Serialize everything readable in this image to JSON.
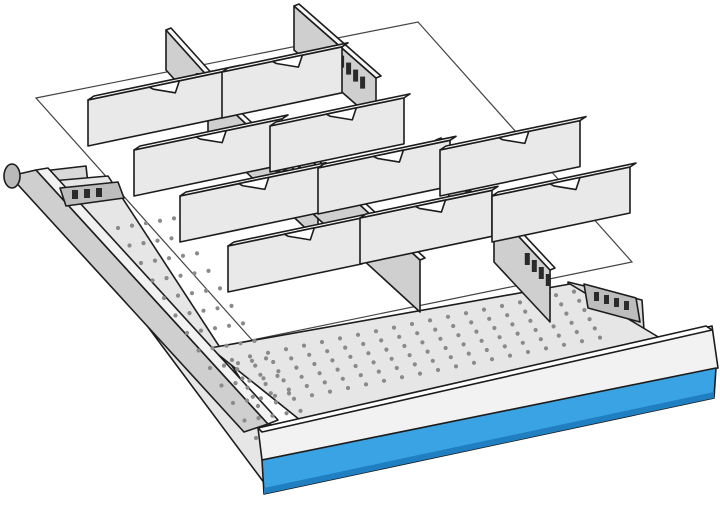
{
  "illustration": {
    "subject": "drawer-with-partition-dividers",
    "palette": {
      "background": "#ffffff",
      "outline": "#1c1c1c",
      "metal_light": "#f2f2f2",
      "metal_mid": "#d9d9d9",
      "metal_shade": "#b9b9b9",
      "partition_face": "#e9e9e9",
      "partition_top": "#f7f7f7",
      "divider_face": "#cfcfcf",
      "slot_dark": "#2a2a2a",
      "floor": "#e6e6e6",
      "perforation": "#8a8a8a",
      "insert_sheet": "#ffffff",
      "label_strip": "#3aa3e3",
      "label_strip_shade": "#1f7fc0"
    },
    "parts": [
      "insert-sheet",
      "drawer-floor",
      "drawer-side-rail",
      "drawer-back-wall",
      "drawer-front-handle",
      "label-strip",
      "long-dividers",
      "cross-partitions",
      "slotted-inserts"
    ]
  }
}
